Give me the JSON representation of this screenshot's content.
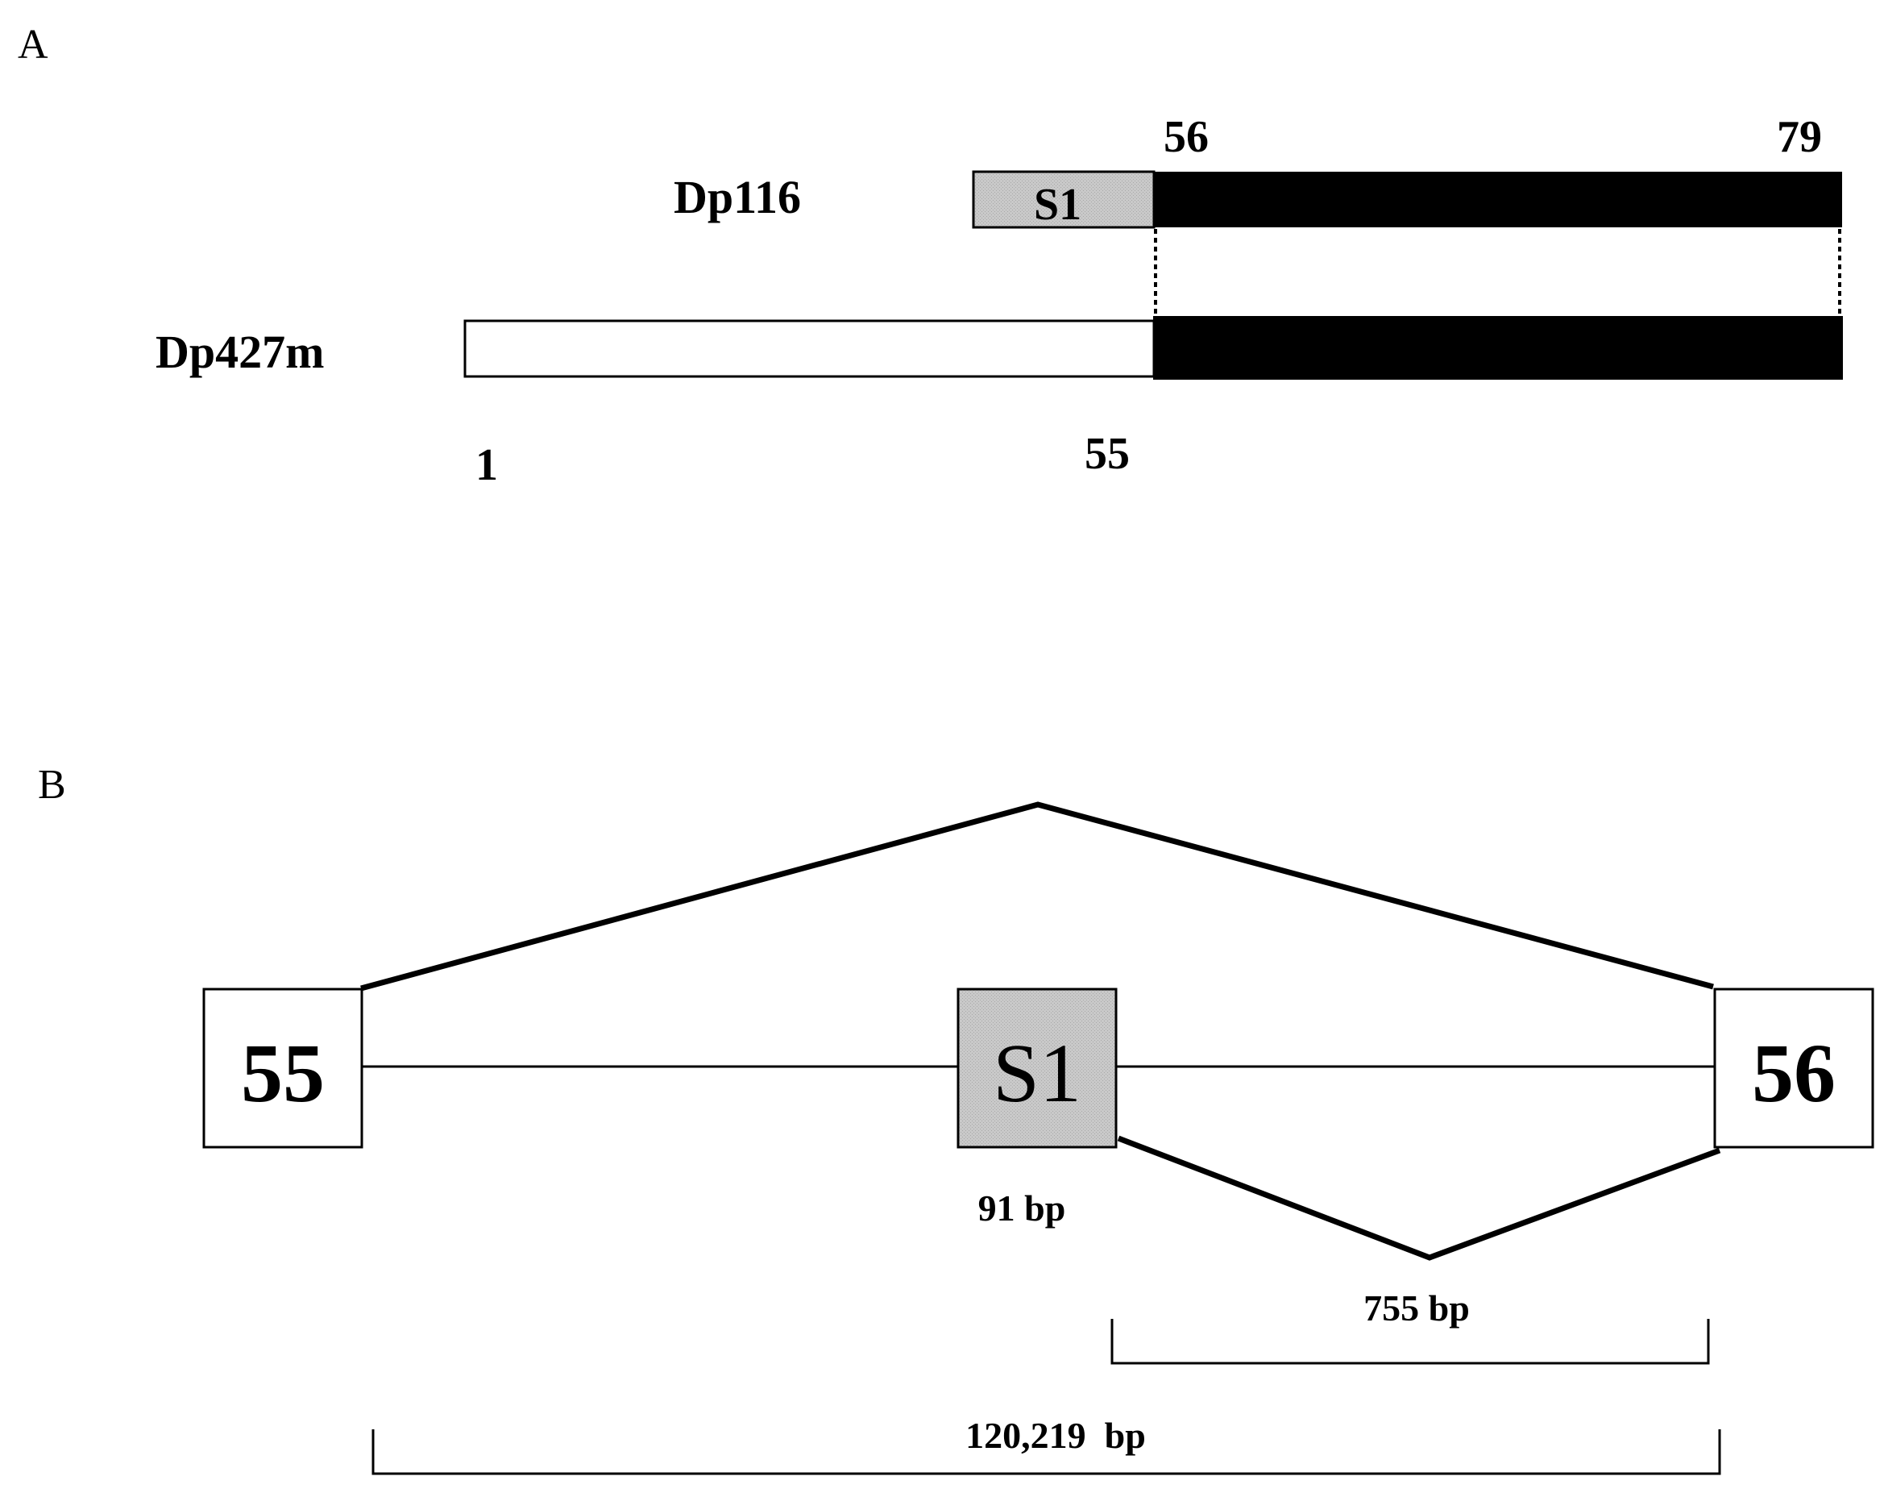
{
  "panel_a": {
    "label": "A",
    "dp116": {
      "name": "Dp116",
      "segment_label": "S1"
    },
    "dp427m": {
      "name": "Dp427m"
    },
    "exon_numbers": {
      "start": "1",
      "end_first": "55",
      "start_second": "56",
      "end": "79"
    },
    "colors": {
      "s1_fill": "#c8c8c8",
      "shared_fill": "#000000",
      "unique_fill": "#ffffff"
    }
  },
  "panel_b": {
    "label": "B",
    "exon_55": "55",
    "exon_s1": "S1",
    "exon_56": "56",
    "s1_size": "91 bp",
    "intron_s1_56_size": "755 bp",
    "intron_55_56_size": "120,219  bp",
    "colors": {
      "s1_fill": "#c8c8c8",
      "line": "#000000"
    }
  }
}
